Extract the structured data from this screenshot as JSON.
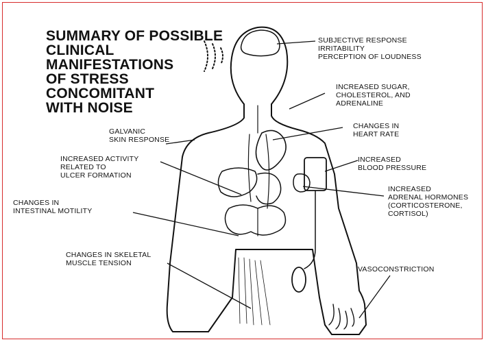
{
  "title_lines": [
    "SUMMARY OF POSSIBLE",
    "CLINICAL",
    "MANIFESTATIONS",
    "OF STRESS",
    "CONCOMITANT",
    "WITH NOISE"
  ],
  "labels": {
    "subjective_response": [
      "SUBJECTIVE RESPONSE",
      "IRRITABILITY",
      "PERCEPTION OF LOUDNESS"
    ],
    "sugar_cholesterol": [
      "INCREASED SUGAR,",
      "CHOLESTEROL, AND",
      "ADRENALINE"
    ],
    "heart_rate": [
      "CHANGES IN",
      "HEART RATE"
    ],
    "blood_pressure": [
      "INCREASED",
      "BLOOD PRESSURE"
    ],
    "adrenal_hormones": [
      "INCREASED",
      "ADRENAL HORMONES",
      "(CORTICOSTERONE,",
      "CORTISOL)"
    ],
    "vasoconstriction": [
      "VASOCONSTRICTION"
    ],
    "galvanic": [
      "GALVANIC",
      "SKIN RESPONSE"
    ],
    "ulcer": [
      "INCREASED ACTIVITY",
      "RELATED TO",
      "ULCER FORMATION"
    ],
    "intestinal": [
      "CHANGES IN",
      "INTESTINAL MOTILITY"
    ],
    "skeletal": [
      "CHANGES IN SKELETAL",
      "MUSCLE TENSION"
    ]
  },
  "colors": {
    "frame_border": "#d62a2a",
    "ink": "#111111",
    "background": "#ffffff"
  }
}
